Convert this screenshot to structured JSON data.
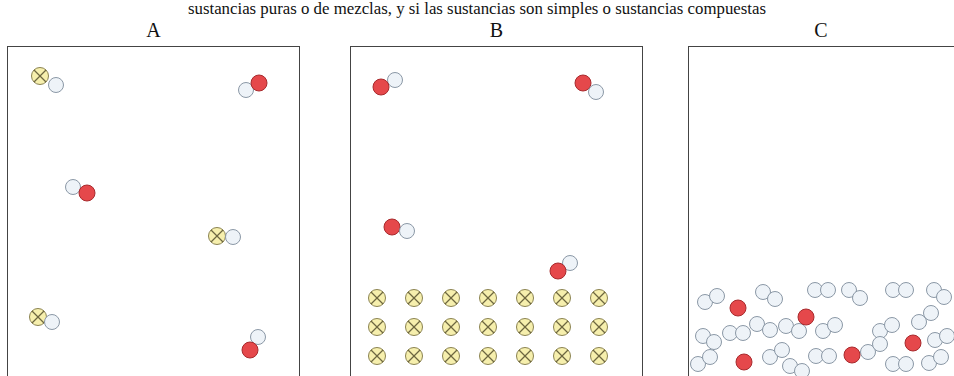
{
  "diagram": {
    "nodes": [
      {
        "text": [
          "A"
        ]
      },
      {
        "text": [
          "B"
        ]
      },
      {
        "text": [
          "C"
        ]
      }
    ],
    "labels": [
      "sustancias puras o de mezclas, y si las sustancias son simples o sustancias compuestas"
    ]
  }
}
